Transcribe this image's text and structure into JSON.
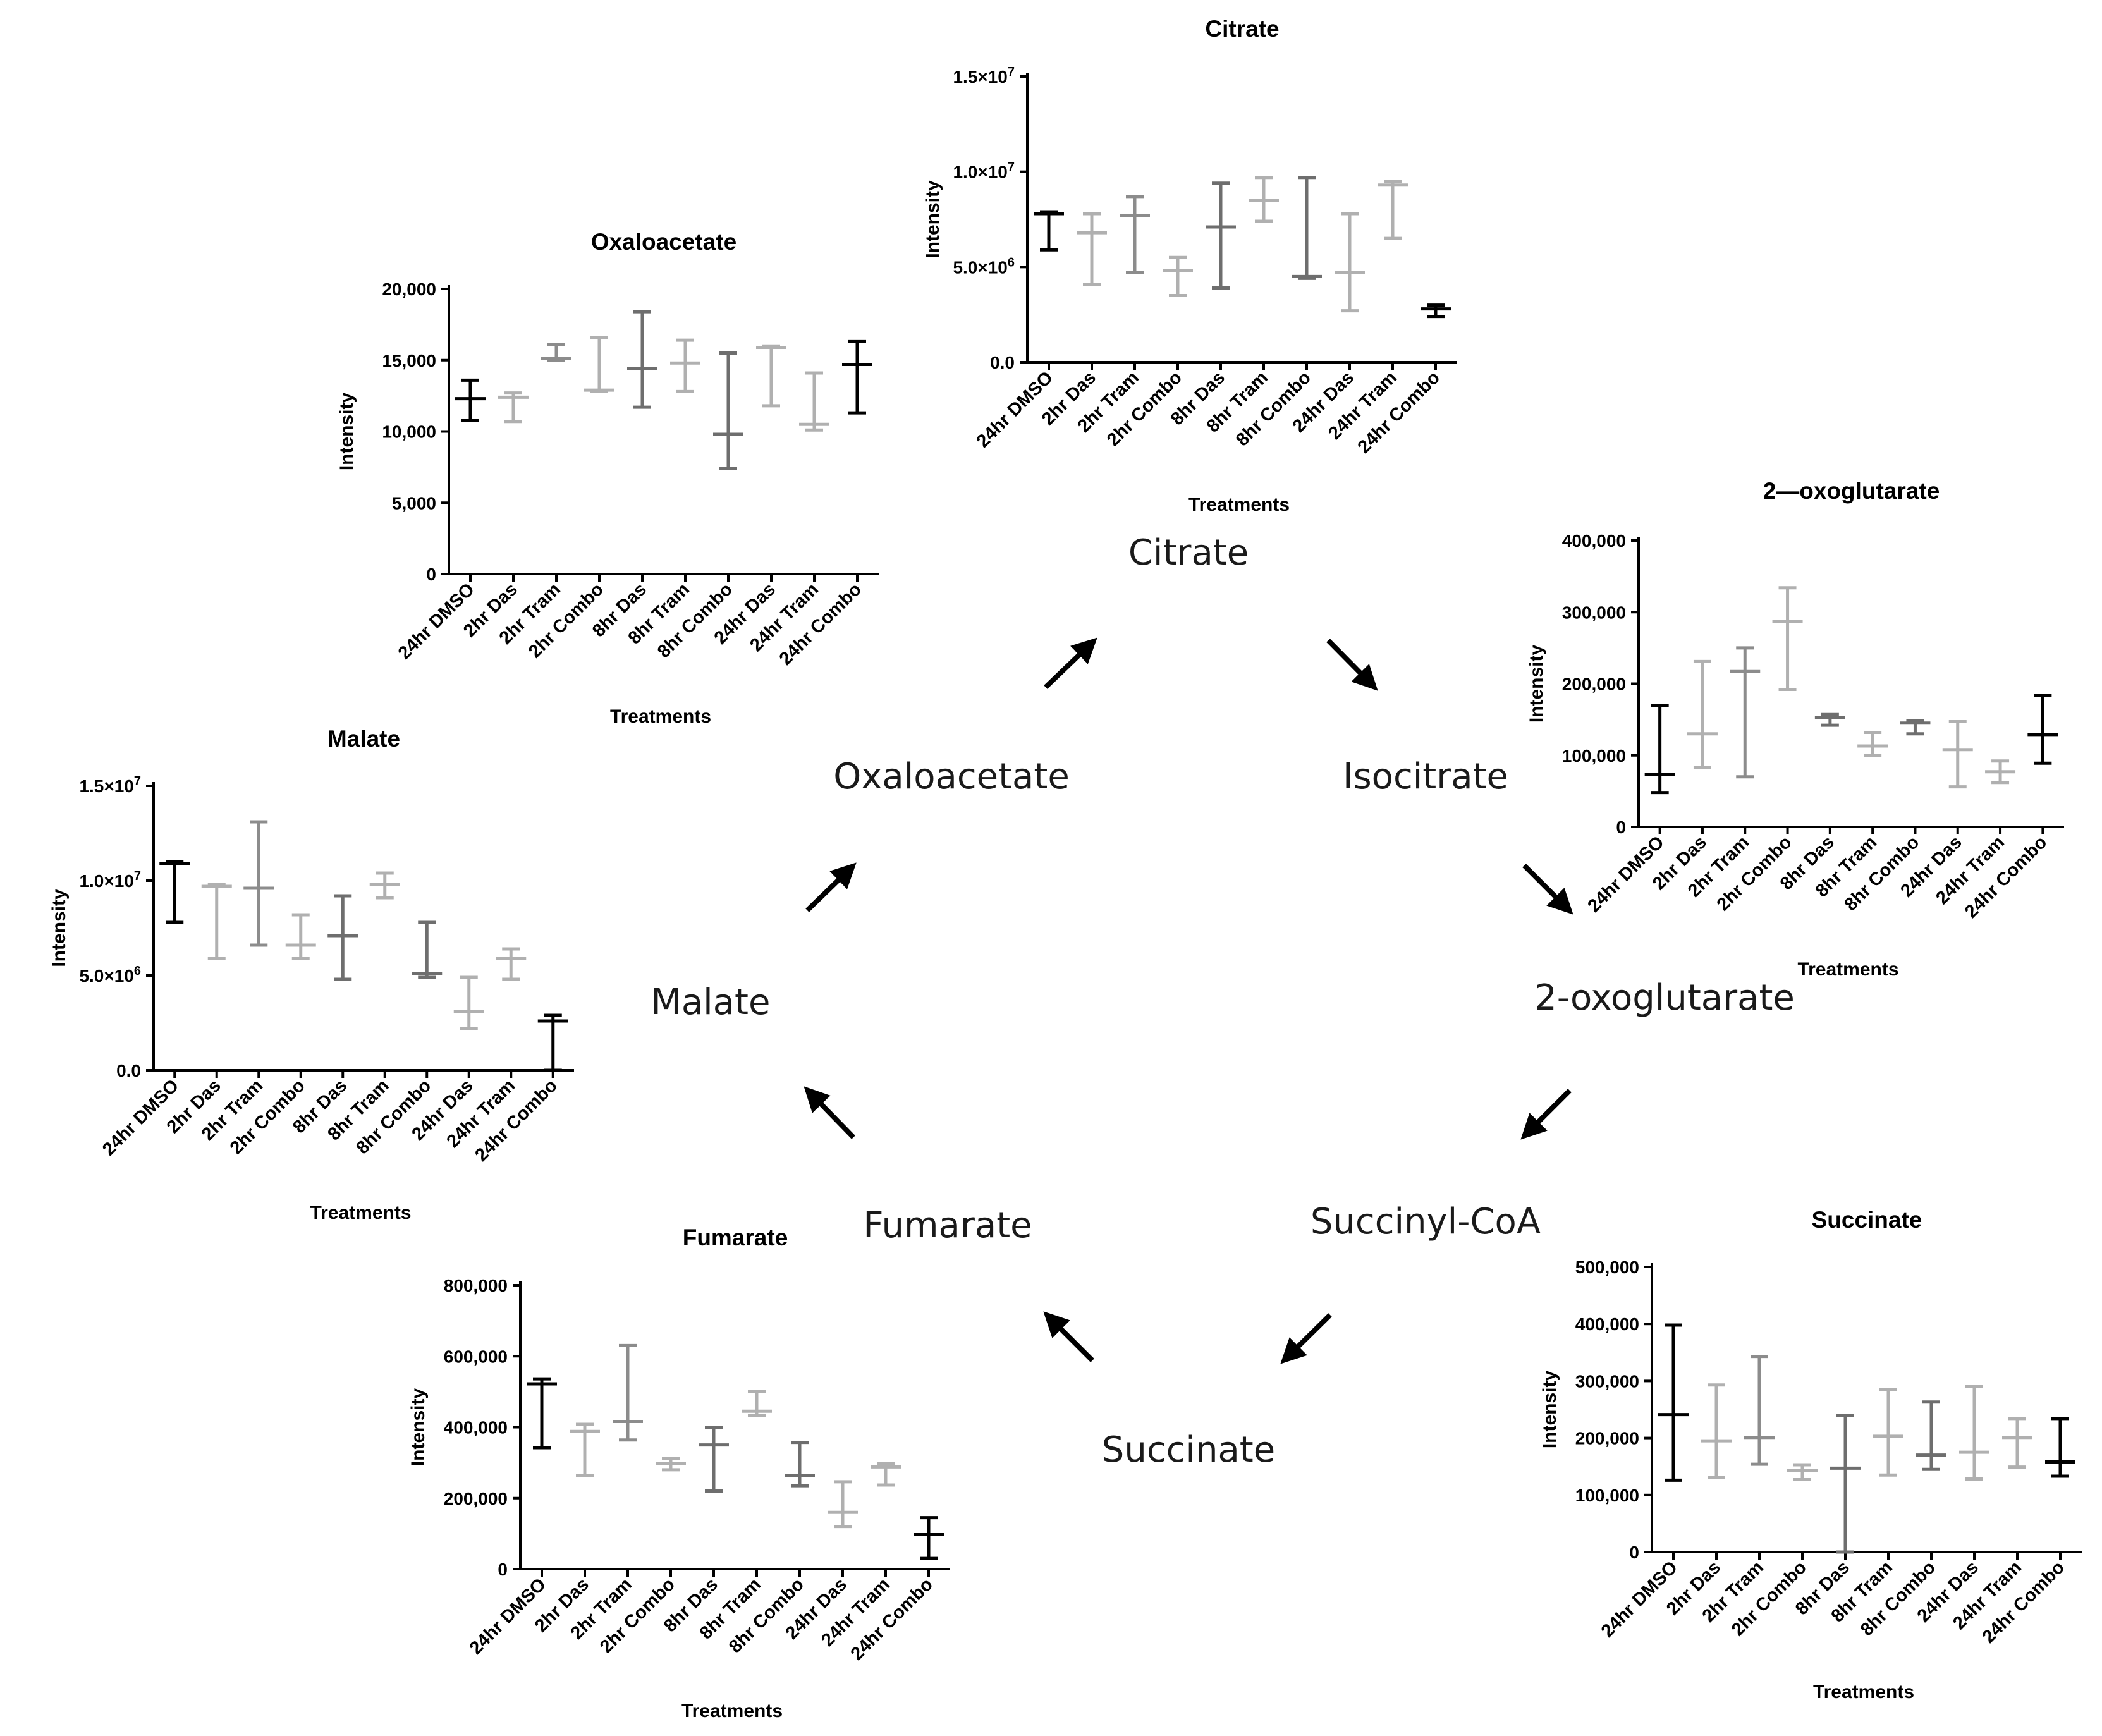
{
  "treatments_label": "Treatments",
  "category_colors": [
    "#000000",
    "#b0b0b0",
    "#8c8c8c",
    "#b0b0b0",
    "#6e6e6e",
    "#b0b0b0",
    "#6e6e6e",
    "#b0b0b0",
    "#b0b0b0",
    "#000000"
  ],
  "pathway": {
    "labels": {
      "citrate": "Citrate",
      "isocitrate": "Isocitrate",
      "oxoglutarate": "2-oxoglutarate",
      "succinyl_coa": "Succinyl-CoA",
      "succinate": "Succinate",
      "fumarate": "Fumarate",
      "malate": "Malate",
      "oxaloacetate": "Oxaloacetate"
    }
  },
  "chart_data": [
    {
      "id": "citrate",
      "type": "errorbar",
      "title": "Citrate",
      "xlabel": "Treatments",
      "ylabel": "Intensity",
      "categories": [
        "24hr DMSO",
        "2hr Das",
        "2hr Tram",
        "2hr Combo",
        "8hr Das",
        "8hr Tram",
        "8hr Combo",
        "24hr Das",
        "24hr Tram",
        "24hr Combo"
      ],
      "ylim": [
        0,
        15000000
      ],
      "yticks": [
        0,
        5000000,
        10000000,
        15000000
      ],
      "ytick_labels": [
        "0.0",
        "5.0×10^6",
        "1.0×10^7",
        "1.5×10^7"
      ],
      "mean": [
        7800000,
        6800000,
        7700000,
        4800000,
        7100000,
        8500000,
        4500000,
        4700000,
        9300000,
        2800000
      ],
      "low": [
        5900000,
        4100000,
        4700000,
        3500000,
        3900000,
        7400000,
        4400000,
        2700000,
        6500000,
        2400000
      ],
      "high": [
        7900000,
        7800000,
        8700000,
        5500000,
        9400000,
        9700000,
        9700000,
        7800000,
        9500000,
        3000000
      ]
    },
    {
      "id": "oxaloacetate",
      "type": "errorbar",
      "title": "Oxaloacetate",
      "xlabel": "Treatments",
      "ylabel": "Intensity",
      "categories": [
        "24hr DMSO",
        "2hr Das",
        "2hr Tram",
        "2hr Combo",
        "8hr Das",
        "8hr Tram",
        "8hr Combo",
        "24hr Das",
        "24hr Tram",
        "24hr Combo"
      ],
      "ylim": [
        0,
        20000
      ],
      "yticks": [
        0,
        5000,
        10000,
        15000,
        20000
      ],
      "ytick_labels": [
        "0",
        "5,000",
        "10,000",
        "15,000",
        "20,000"
      ],
      "mean": [
        12300,
        12400,
        15100,
        12900,
        14400,
        14800,
        9800,
        15900,
        10500,
        14700
      ],
      "low": [
        10800,
        10700,
        15000,
        12800,
        11700,
        12800,
        7400,
        11800,
        10100,
        11300
      ],
      "high": [
        13600,
        12700,
        16100,
        16600,
        18400,
        16400,
        15500,
        16000,
        14100,
        16300
      ]
    },
    {
      "id": "oxoglutarate",
      "type": "errorbar",
      "title": "2—oxoglutarate",
      "xlabel": "Treatments",
      "ylabel": "Intensity",
      "categories": [
        "24hr DMSO",
        "2hr Das",
        "2hr Tram",
        "2hr Combo",
        "8hr Das",
        "8hr Tram",
        "8hr Combo",
        "24hr Das",
        "24hr Tram",
        "24hr Combo"
      ],
      "ylim": [
        0,
        400000
      ],
      "yticks": [
        0,
        100000,
        200000,
        300000,
        400000
      ],
      "ytick_labels": [
        "0",
        "100,000",
        "200,000",
        "300,000",
        "400,000"
      ],
      "mean": [
        73000,
        130000,
        217000,
        287000,
        153000,
        113000,
        145000,
        108000,
        77000,
        129000
      ],
      "low": [
        48000,
        83000,
        70000,
        192000,
        142000,
        100000,
        130000,
        56000,
        62000,
        89000
      ],
      "high": [
        170000,
        231000,
        250000,
        334000,
        157000,
        132000,
        148000,
        147000,
        92000,
        184000
      ]
    },
    {
      "id": "malate",
      "type": "errorbar",
      "title": "Malate",
      "xlabel": "Treatments",
      "ylabel": "Intensity",
      "categories": [
        "24hr DMSO",
        "2hr Das",
        "2hr Tram",
        "2hr Combo",
        "8hr Das",
        "8hr Tram",
        "8hr Combo",
        "24hr Das",
        "24hr Tram",
        "24hr Combo"
      ],
      "ylim": [
        0,
        15000000
      ],
      "yticks": [
        0,
        5000000,
        10000000,
        15000000
      ],
      "ytick_labels": [
        "0.0",
        "5.0×10^6",
        "1.0×10^7",
        "1.5×10^7"
      ],
      "mean": [
        10900000,
        9700000,
        9600000,
        6600000,
        7100000,
        9800000,
        5100000,
        3100000,
        5900000,
        2600000
      ],
      "low": [
        7800000,
        5900000,
        6600000,
        5900000,
        4800000,
        9100000,
        4900000,
        2200000,
        4800000,
        0
      ],
      "high": [
        11000000,
        9800000,
        13100000,
        8200000,
        9200000,
        10400000,
        7800000,
        4900000,
        6400000,
        2900000
      ]
    },
    {
      "id": "fumarate",
      "type": "errorbar",
      "title": "Fumarate",
      "xlabel": "Treatments",
      "ylabel": "Intensity",
      "categories": [
        "24hr DMSO",
        "2hr Das",
        "2hr Tram",
        "2hr Combo",
        "8hr Das",
        "8hr Tram",
        "8hr Combo",
        "24hr Das",
        "24hr Tram",
        "24hr Combo"
      ],
      "ylim": [
        0,
        800000
      ],
      "yticks": [
        0,
        200000,
        400000,
        600000,
        800000
      ],
      "ytick_labels": [
        "0",
        "200,000",
        "400,000",
        "600,000",
        "800,000"
      ],
      "mean": [
        522000,
        388000,
        416000,
        298000,
        350000,
        445000,
        263000,
        160000,
        288000,
        97000
      ],
      "low": [
        342000,
        263000,
        364000,
        280000,
        220000,
        432000,
        235000,
        120000,
        237000,
        30000
      ],
      "high": [
        536000,
        408000,
        630000,
        312000,
        400000,
        500000,
        357000,
        246000,
        297000,
        145000
      ]
    },
    {
      "id": "succinate",
      "type": "errorbar",
      "title": "Succinate",
      "xlabel": "Treatments",
      "ylabel": "Intensity",
      "categories": [
        "24hr DMSO",
        "2hr Das",
        "2hr Tram",
        "2hr Combo",
        "8hr Das",
        "8hr Tram",
        "8hr Combo",
        "24hr Das",
        "24hr Tram",
        "24hr Combo"
      ],
      "ylim": [
        0,
        500000
      ],
      "yticks": [
        0,
        100000,
        200000,
        300000,
        400000,
        500000
      ],
      "ytick_labels": [
        "0",
        "100,000",
        "200,000",
        "300,000",
        "400,000",
        "500,000"
      ],
      "mean": [
        241000,
        195000,
        201000,
        143000,
        147000,
        203000,
        170000,
        175000,
        201000,
        158000
      ],
      "low": [
        126000,
        131000,
        154000,
        127000,
        0,
        135000,
        145000,
        128000,
        149000,
        133000
      ],
      "high": [
        398000,
        293000,
        343000,
        153000,
        240000,
        285000,
        263000,
        290000,
        234000,
        234000
      ]
    }
  ]
}
